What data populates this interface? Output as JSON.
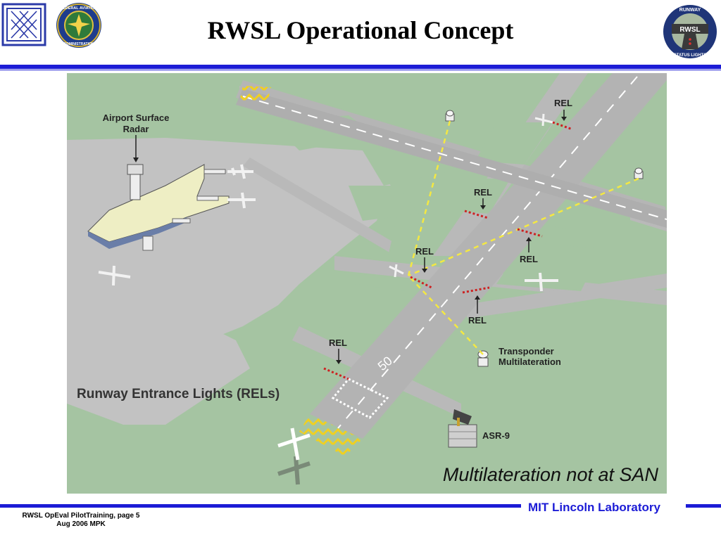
{
  "title": "RWSL Operational Concept",
  "logos": {
    "left_icon": "building-lattice-logo",
    "faa": {
      "top": "FEDERAL AVIATION",
      "bottom": "ADMINISTRATION"
    },
    "rwsl": {
      "top": "RUNWAY",
      "center": "RWSL",
      "bottom": "STATUS LIGHTS"
    }
  },
  "diagram": {
    "labels": {
      "radar": [
        "Airport Surface",
        "Radar"
      ],
      "transponder": [
        "Transponder",
        "Multilateration"
      ],
      "asr": "ASR-9",
      "rel": "REL",
      "runway_number": "50",
      "caption": "Runway Entrance Lights (RELs)",
      "note": "Multilateration not at SAN"
    },
    "colors": {
      "grass": "#a5c4a2",
      "apron": "#c0c0c0",
      "runway": "#b3b3b3",
      "dashed_link": "#f4e842",
      "rel_lights": "#cc2222"
    }
  },
  "footer": {
    "org": "MIT Lincoln Laboratory",
    "page": "RWSL OpEval PilotTraining, page 5",
    "date": "Aug 2006 MPK"
  }
}
